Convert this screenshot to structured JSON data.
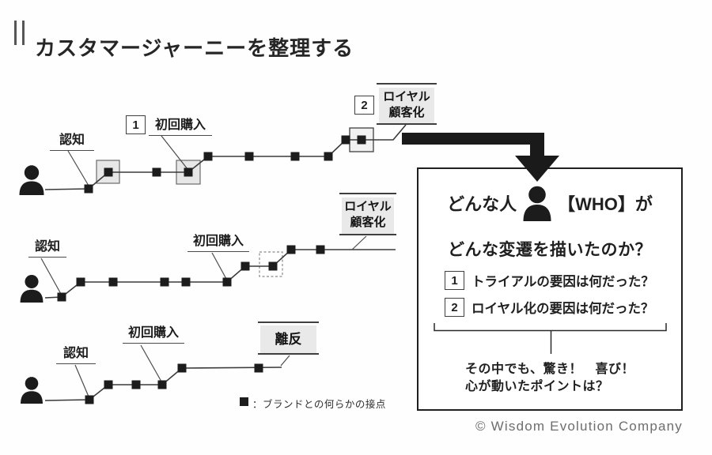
{
  "title": "カスタマージャーニーを整理する",
  "journeys": [
    {
      "awareness": "認知",
      "first_purchase_num": "1",
      "first_purchase": "初回購入",
      "loyal_num": "2",
      "loyal_line1": "ロイヤル",
      "loyal_line2": "顧客化"
    },
    {
      "awareness": "認知",
      "first_purchase": "初回購入",
      "loyal_line1": "ロイヤル",
      "loyal_line2": "顧客化"
    },
    {
      "awareness": "認知",
      "first_purchase": "初回購入",
      "churn": "離反"
    }
  ],
  "legend": {
    "marker_icon": "black-square",
    "text": "：ブランドとの何らかの接点"
  },
  "panel": {
    "who_pre": "どんな人",
    "who_icon": "person-silhouette",
    "who_post": "【WHO】が",
    "question": "どんな変遷を描いたのか？",
    "q1_num": "1",
    "q1_text": "トライアルの要因は何だった？",
    "q2_num": "2",
    "q2_text": "ロイヤル化の要因は何だった？",
    "prompt_line1": "その中でも、驚き！　喜び！",
    "prompt_line2": "心が動いたポイントは？"
  },
  "copyright": "© Wisdom Evolution Company",
  "colors": {
    "ink": "#1f1f1f",
    "line": "#3a3a3a",
    "label_bg": "#e9e9e9",
    "muted": "#6e6e6e"
  }
}
